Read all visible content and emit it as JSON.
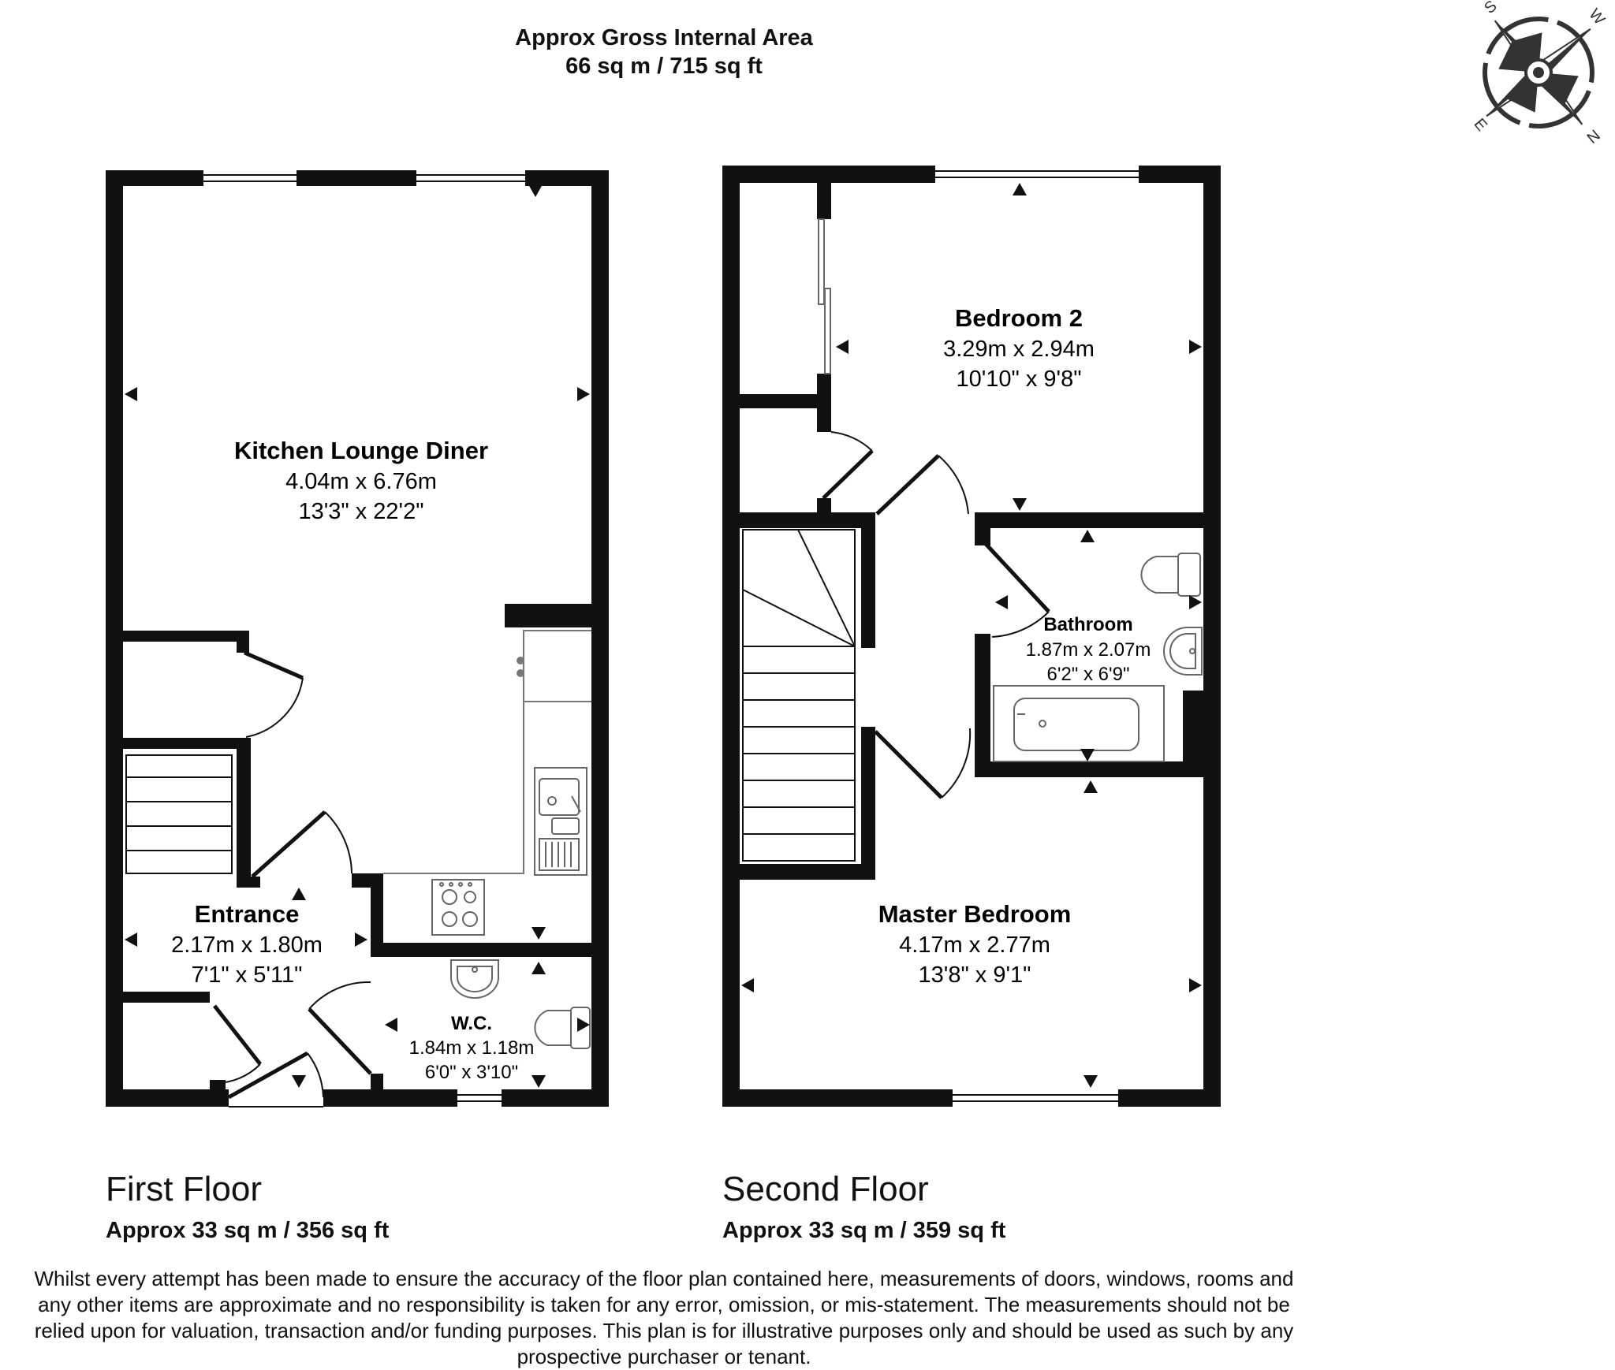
{
  "header": {
    "title_line1": "Approx Gross Internal Area",
    "title_line2": "66 sq m / 715 sq ft"
  },
  "compass": {
    "labels": [
      "S",
      "W",
      "N",
      "E"
    ],
    "icon": "compass-rose-icon"
  },
  "floors": [
    {
      "name": "First Floor",
      "area": "Approx 33 sq m / 356 sq ft",
      "rooms": [
        {
          "name": "Kitchen Lounge Diner",
          "metric": "4.04m x 6.76m",
          "imperial": "13'3\" x 22'2\""
        },
        {
          "name": "Entrance",
          "metric": "2.17m x 1.80m",
          "imperial": "7'1\" x 5'11\""
        },
        {
          "name": "W.C.",
          "metric": "1.84m x 1.18m",
          "imperial": "6'0\" x 3'10\""
        }
      ]
    },
    {
      "name": "Second Floor",
      "area": "Approx 33 sq m / 359 sq ft",
      "rooms": [
        {
          "name": "Bedroom 2",
          "metric": "3.29m x 2.94m",
          "imperial": "10'10\" x 9'8\""
        },
        {
          "name": "Bathroom",
          "metric": "1.87m x 2.07m",
          "imperial": "6'2\" x 6'9\""
        },
        {
          "name": "Master Bedroom",
          "metric": "4.17m x 2.77m",
          "imperial": "13'8\" x 9'1\""
        }
      ]
    }
  ],
  "disclaimer": [
    "Whilst every attempt has been made to ensure the accuracy of the floor plan contained here, measurements of doors, windows, rooms and",
    "any other items are approximate and no responsibility is taken for any error, omission, or mis-statement. The measurements should not be",
    "relied upon for valuation, transaction and/or funding purposes. This plan is for illustrative purposes only and should be used as such by any",
    "prospective purchaser or tenant."
  ]
}
